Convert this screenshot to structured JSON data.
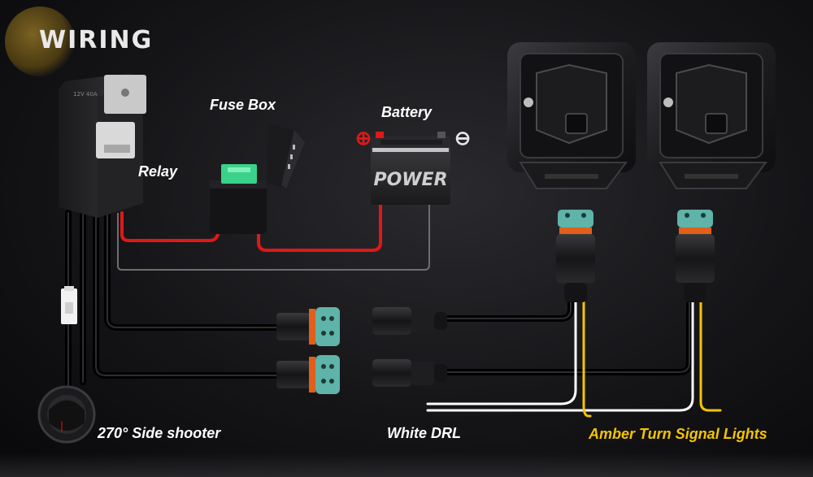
{
  "title": "WIRING",
  "labels": {
    "relay": "Relay",
    "fuse_box": "Fuse Box",
    "battery": "Battery",
    "side_shooter": "270° Side shooter",
    "white_drl": "White DRL",
    "amber_turn": "Amber Turn Signal Lights"
  },
  "battery_brand": "POWER",
  "battery_terminals": {
    "positive": "⊕",
    "negative": "⊖"
  },
  "colors": {
    "red_wire": "#e01818",
    "black_wire": "#000000",
    "ground_wire": "#7a7a7a",
    "drl_wire": "#ffffff",
    "amber_wire": "#f5c400",
    "amber_label": "#f5c400",
    "connector_teal": "#5fb3a8",
    "connector_orange": "#e0601a",
    "fuse_green": "#3ad28a"
  }
}
